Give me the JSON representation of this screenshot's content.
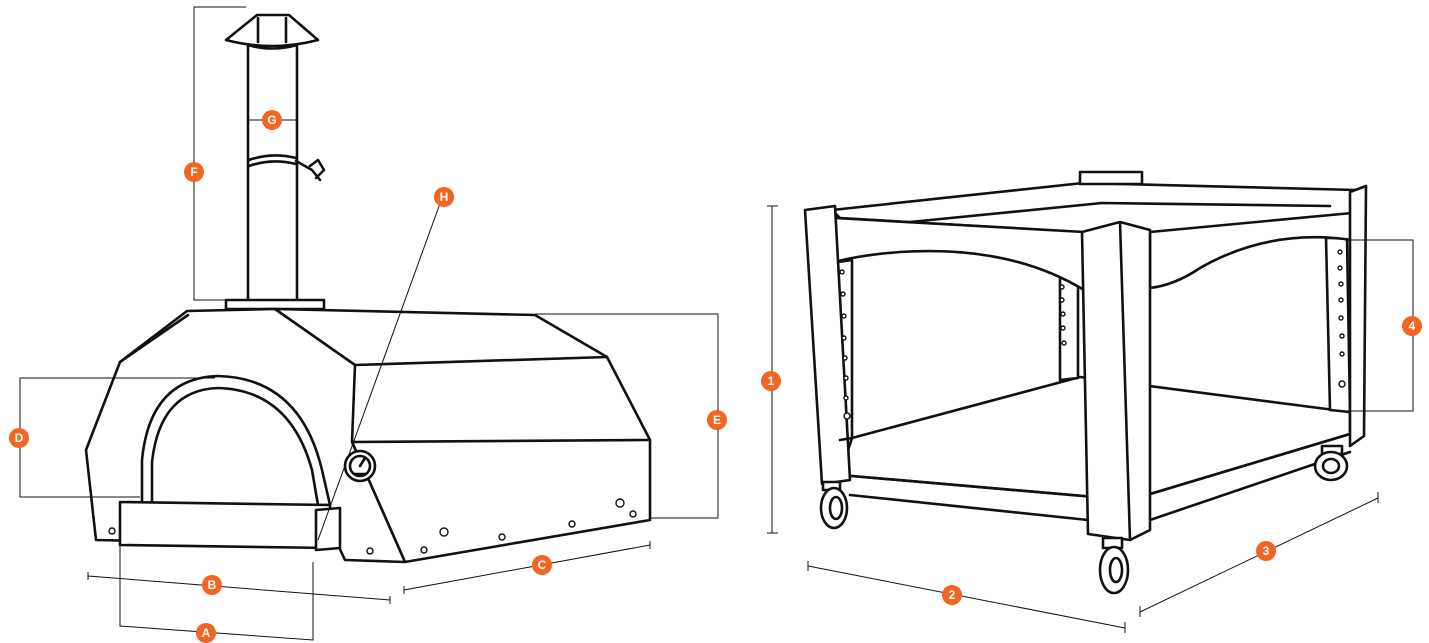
{
  "accent_color": "#f26522",
  "oven_labels": {
    "A": "A",
    "B": "B",
    "C": "C",
    "D": "D",
    "E": "E",
    "F": "F",
    "G": "G",
    "H": "H"
  },
  "stand_labels": {
    "one": "1",
    "two": "2",
    "three": "3",
    "four": "4"
  }
}
